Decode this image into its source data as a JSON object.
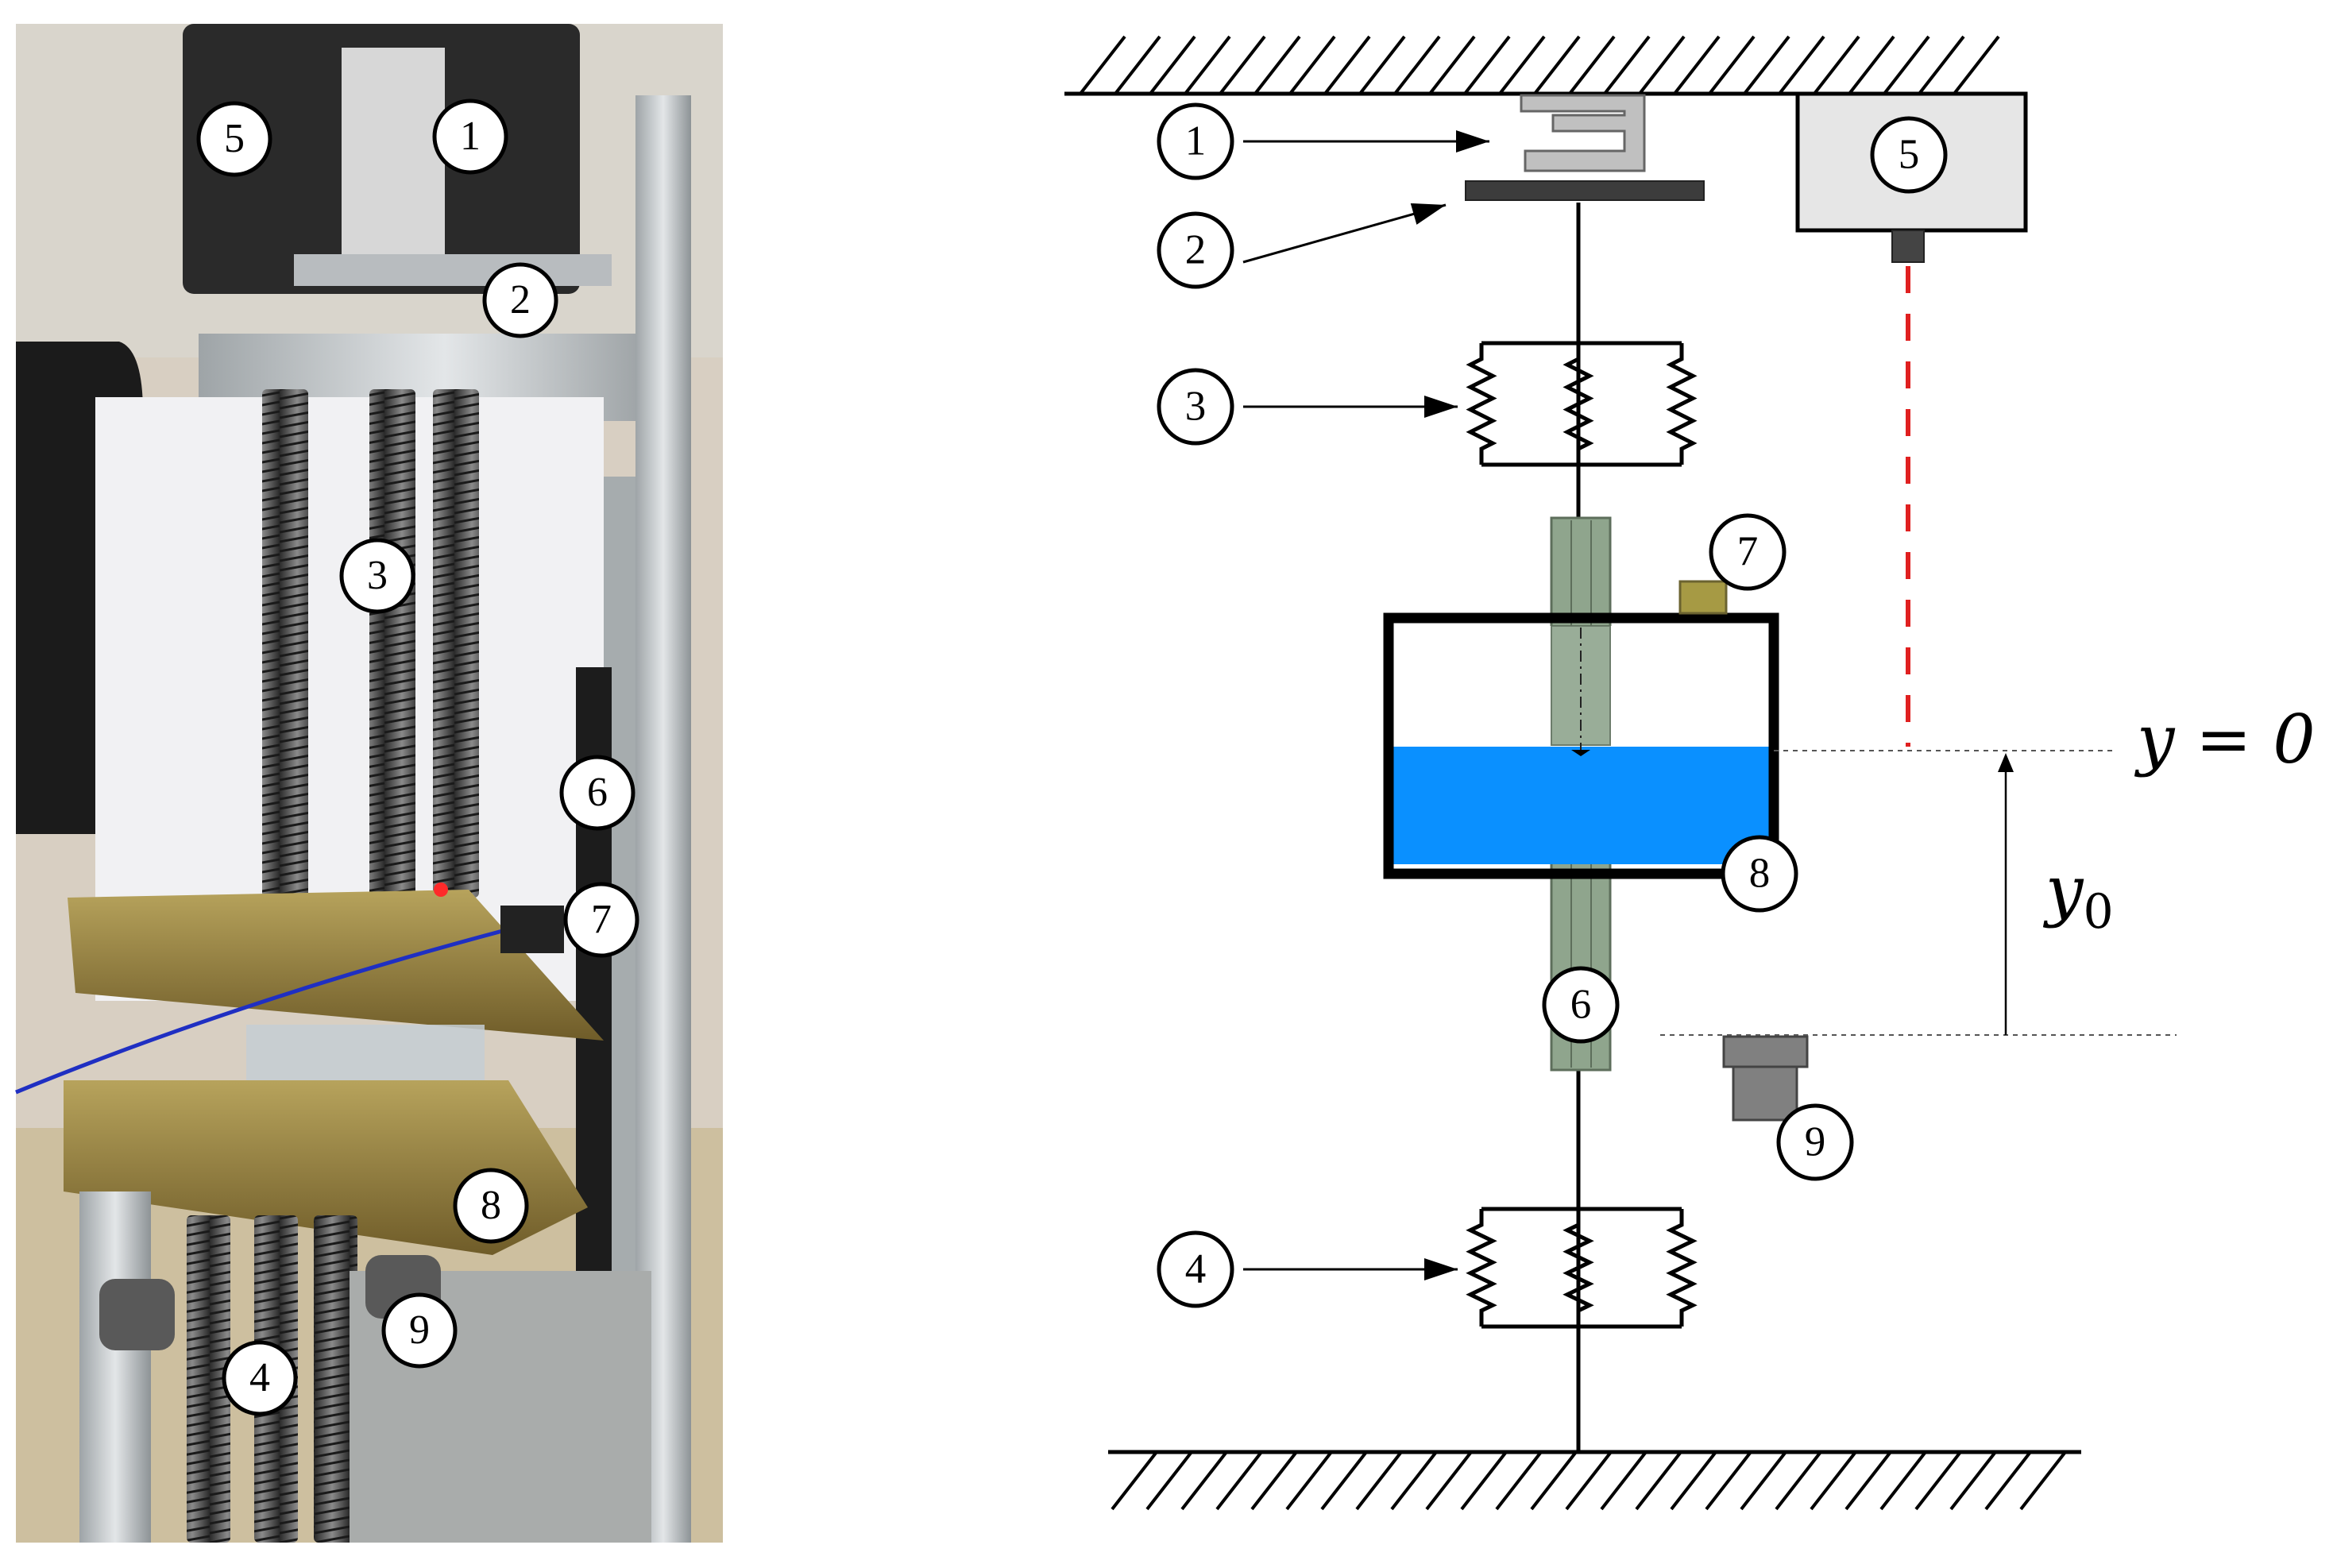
{
  "photo": {
    "labels": [
      "5",
      "1",
      "2",
      "3",
      "6",
      "7",
      "8",
      "4",
      "9"
    ]
  },
  "diagram": {
    "labels": {
      "l1": "1",
      "l2": "2",
      "l3": "3",
      "l4": "4",
      "l5": "5",
      "l6": "6",
      "l7": "7",
      "l8": "8",
      "l9": "9"
    },
    "equilibrium_label": "y = 0",
    "offset_label": "y",
    "offset_subscript": "0"
  },
  "colors": {
    "water": "#0a90ff",
    "laser": "#e02020",
    "rail": "#8fa58d",
    "sensor7": "#a69a44",
    "magnet": "#808080",
    "sensor_box": "#e6e6e6",
    "clamp": "#c0c0c0"
  }
}
